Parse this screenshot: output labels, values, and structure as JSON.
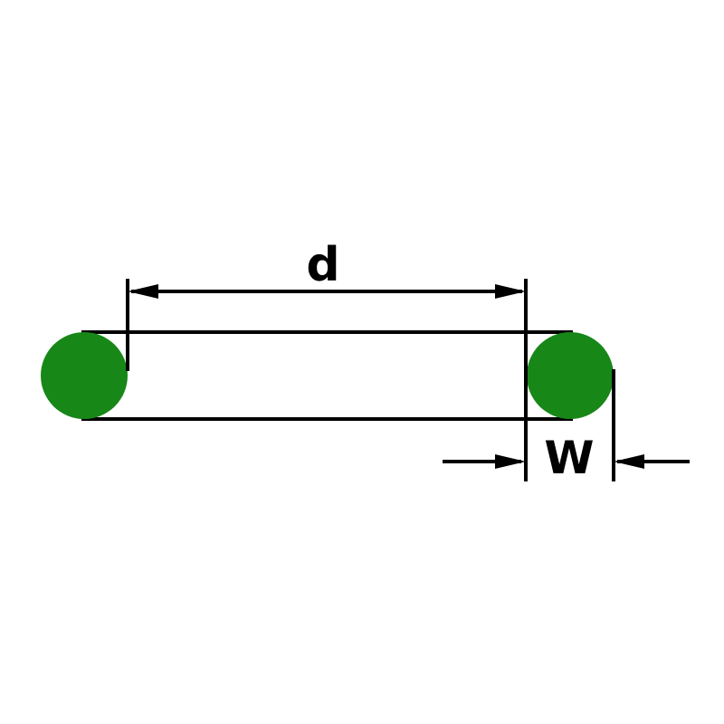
{
  "diagram": {
    "type": "o-ring-dimension-drawing",
    "labels": {
      "inner_diameter": "d",
      "cross_section_width": "W"
    },
    "colors": {
      "ring_fill": "#178717",
      "line": "#000000",
      "background": "#ffffff"
    }
  }
}
